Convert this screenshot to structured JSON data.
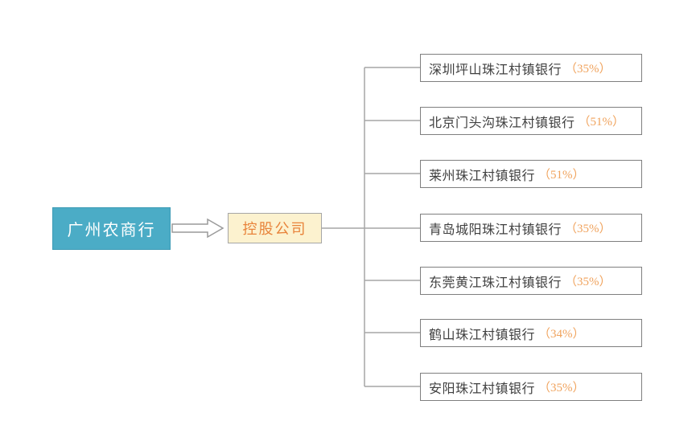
{
  "diagram": {
    "root": {
      "label": "广州农商行"
    },
    "arrow": {
      "direction": "right"
    },
    "holding": {
      "label": "控股公司"
    },
    "subsidiaries": [
      {
        "name": "深圳坪山珠江村镇银行",
        "stake": "（35%）"
      },
      {
        "name": "北京门头沟珠江村镇银行",
        "stake": "（51%）"
      },
      {
        "name": "莱州珠江村镇银行",
        "stake": "（51%）"
      },
      {
        "name": "青岛城阳珠江村镇银行",
        "stake": "（35%）"
      },
      {
        "name": "东莞黄江珠江村镇银行",
        "stake": "（35%）"
      },
      {
        "name": "鹤山珠江村镇银行",
        "stake": "（34%）"
      },
      {
        "name": "安阳珠江村镇银行",
        "stake": "（35%）"
      }
    ],
    "colors": {
      "root_fill": "#4BACC6",
      "root_text": "#FFFFFF",
      "holding_fill": "#FCF2CF",
      "holding_text": "#E8833A",
      "stake_text": "#F0A35D",
      "subsidiary_text": "#404040",
      "box_border": "#7F7F7F",
      "connector_line": "#A6A6A6"
    }
  }
}
